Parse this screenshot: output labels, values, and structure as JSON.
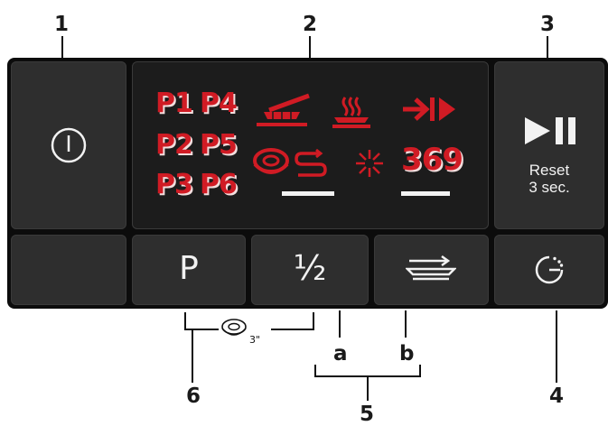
{
  "callouts": {
    "power_num": "1",
    "display_num": "2",
    "start_num": "3",
    "delay_num": "4",
    "group_num": "5",
    "program_num": "6",
    "half_letter": "a",
    "extra_letter": "b"
  },
  "display": {
    "programs": [
      "P1",
      "P4",
      "P2",
      "P5",
      "P3",
      "P6"
    ],
    "digits": "369"
  },
  "keys": {
    "program_label": "P",
    "half_label": "½",
    "start_reset": "Reset",
    "start_reset_time": "3 sec."
  },
  "hints": {
    "tablet_time": "3\""
  },
  "colors": {
    "panel": "#0c0c0c",
    "key": "#2e2e2e",
    "display_red": "#d01b24",
    "icon_white": "#f2f2f2"
  },
  "icons": [
    "power-icon",
    "play-pause-icon",
    "half-load-icon",
    "extra-dry-icon",
    "delay-timer-icon",
    "tablet-icon",
    "rinse-aid-icon",
    "regeneration-icon",
    "salt-icon",
    "end-arrow-icon",
    "prewash-icon",
    "drying-icon"
  ]
}
